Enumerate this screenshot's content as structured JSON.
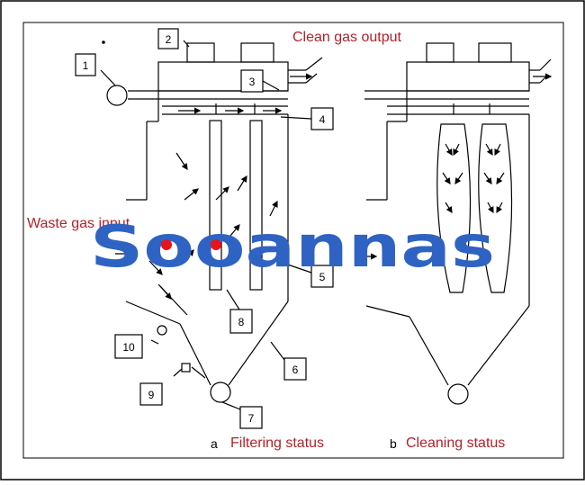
{
  "labels": {
    "clean_gas_output": "Clean gas output",
    "waste_gas_input": "Waste gas input",
    "filtering_status": "Filtering status",
    "cleaning_status": "Cleaning status",
    "panel_a": "a",
    "panel_b": "b"
  },
  "callouts": [
    "1",
    "2",
    "3",
    "4",
    "5",
    "6",
    "7",
    "8",
    "9",
    "10"
  ],
  "watermark": "Sooannas",
  "colors": {
    "caption_red": "#b2222a",
    "watermark_blue": "#2e63c4",
    "watermark_dot": "#e8141c",
    "line": "#000000"
  }
}
